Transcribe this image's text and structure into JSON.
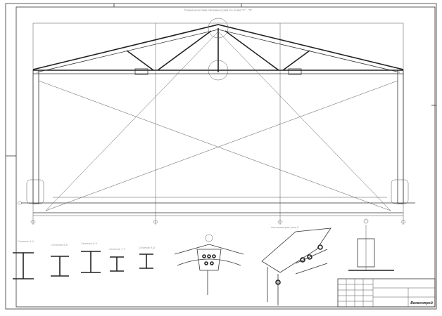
{
  "drawing": {
    "title": "Схема монтажа связевых рам по осям \"4\"...\"5\"",
    "sections": [
      {
        "label": "Сечение 4-4"
      },
      {
        "label": "Сечение 5-5"
      },
      {
        "label": "Сечение 6-6"
      },
      {
        "label": "Сечение 7-7"
      },
      {
        "label": "Сечение 8-8"
      }
    ],
    "axonometry_label": "Аксонометрия узла 9",
    "title_block": {
      "logo": "Велесстрой"
    }
  }
}
